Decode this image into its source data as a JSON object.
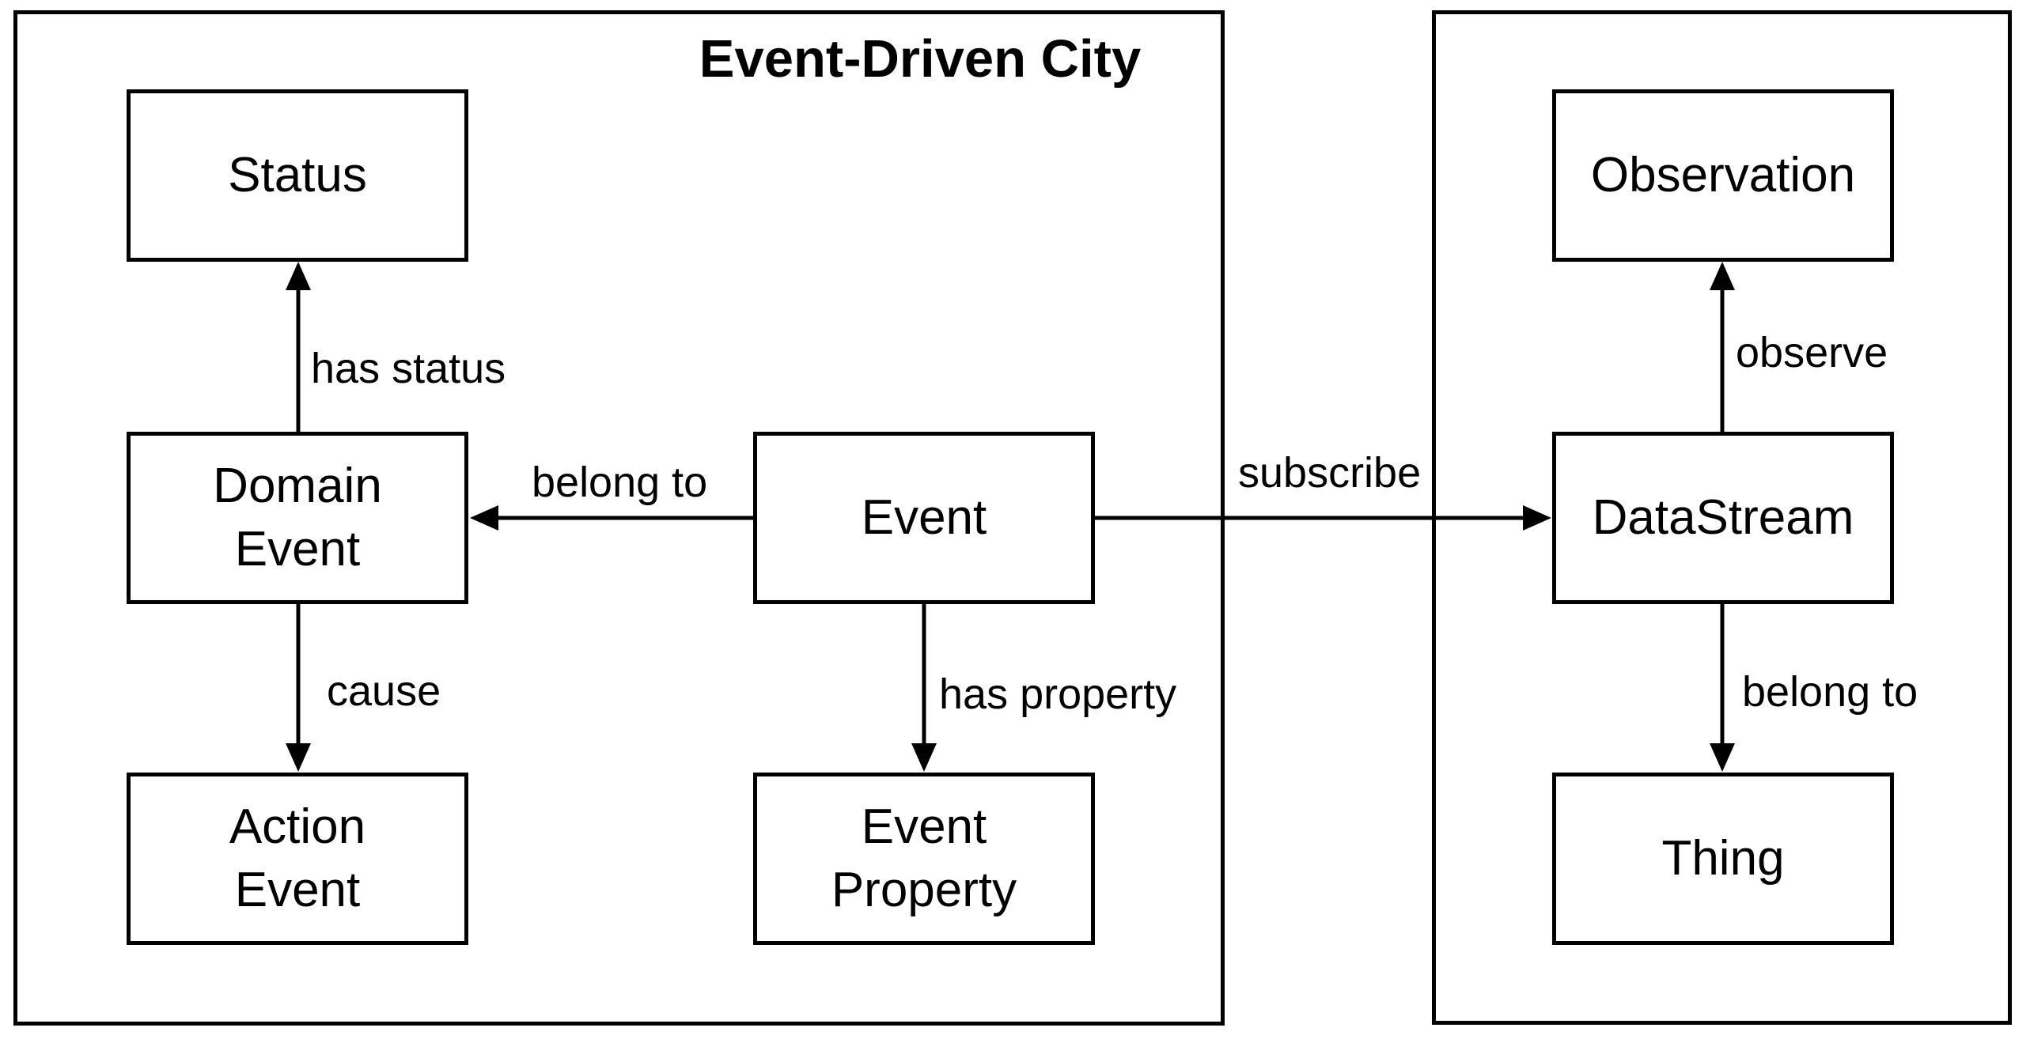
{
  "diagram": {
    "title": "Event-Driven City",
    "colors": {
      "stroke": "#000000",
      "background": "#ffffff",
      "text": "#000000"
    },
    "nodes": {
      "status": {
        "line1": "Status"
      },
      "domain_event": {
        "line1": "Domain",
        "line2": "Event"
      },
      "action_event": {
        "line1": "Action",
        "line2": "Event"
      },
      "event": {
        "line1": "Event"
      },
      "event_property": {
        "line1": "Event",
        "line2": "Property"
      },
      "observation": {
        "line1": "Observation"
      },
      "datastream": {
        "line1": "DataStream"
      },
      "thing": {
        "line1": "Thing"
      }
    },
    "edges": {
      "has_status": {
        "label": "has status"
      },
      "cause": {
        "label": "cause"
      },
      "belong_to_left": {
        "label": "belong to"
      },
      "has_property": {
        "label": "has property"
      },
      "subscribe": {
        "label": "subscribe"
      },
      "observe": {
        "label": "observe"
      },
      "belong_to_right": {
        "label": "belong to"
      }
    }
  }
}
